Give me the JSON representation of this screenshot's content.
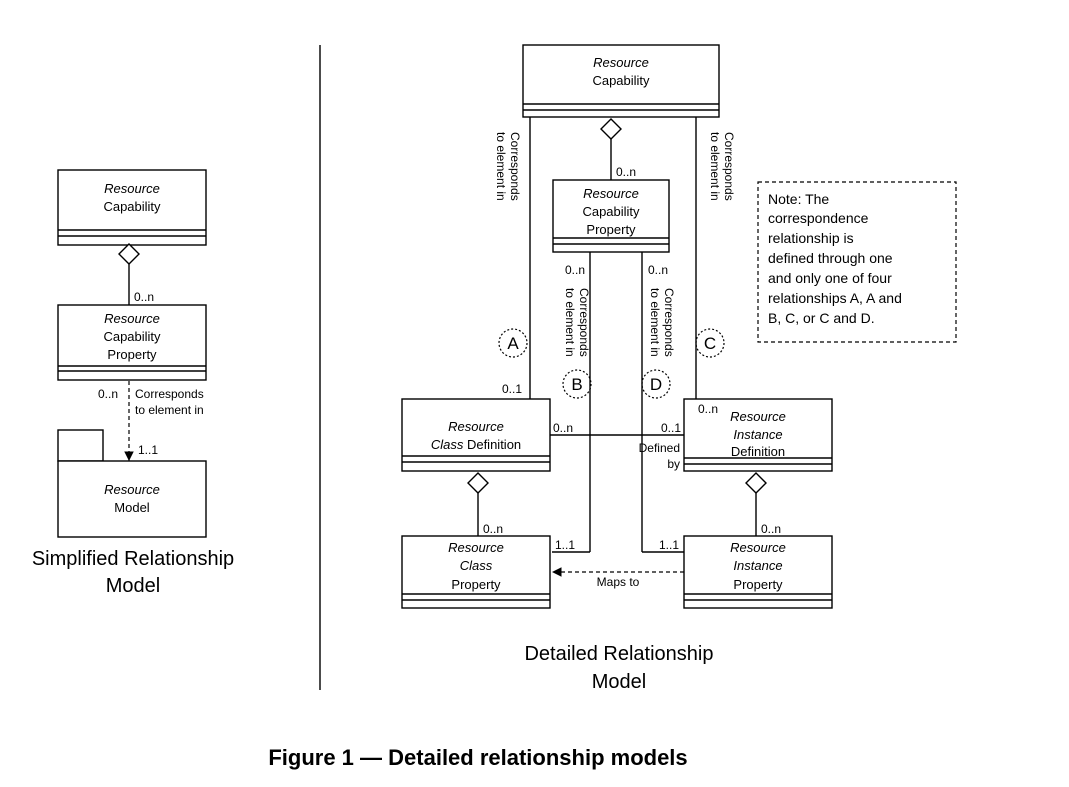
{
  "simplified": {
    "capability": {
      "line1": "Resource",
      "line2": "Capability"
    },
    "property": {
      "line1": "Resource",
      "line2": "Capability",
      "line3": "Property"
    },
    "model": {
      "line1": "Resource",
      "line2": "Model"
    },
    "mult_0n_top": "0..n",
    "mult_0n_bottom": "0..n",
    "mult_11": "1..1",
    "corresponds_1": "Corresponds",
    "corresponds_2": "to element in",
    "title_1": "Simplified Relationship",
    "title_2": "Model"
  },
  "detailed": {
    "capability": {
      "line1": "Resource",
      "line2": "Capability"
    },
    "property": {
      "line1": "Resource",
      "line2": "Capability",
      "line3": "Property"
    },
    "class_def": {
      "line1": "Resource",
      "line2a": "Class",
      "line2b": " Definition"
    },
    "instance_def": {
      "line1": "Resource",
      "line2": "Instance",
      "line3": "Definition"
    },
    "class_prop": {
      "line1": "Resource",
      "line2": "Class",
      "line3": "Property"
    },
    "instance_prop": {
      "line1": "Resource",
      "line2": "Instance",
      "line3": "Property"
    },
    "corr_1": "Corresponds",
    "corr_2": "to element in",
    "corr_b_1": "Corresponds",
    "corr_b_2": "to element in",
    "corr_d_1": "Corresponds",
    "corr_d_2": "to element in",
    "corr_c_1": "Corresponds",
    "corr_c_2": "to element in",
    "labels": {
      "A": "A",
      "B": "B",
      "C": "C",
      "D": "D"
    },
    "mult_prop_top": "0..n",
    "mult_b_top": "0..n",
    "mult_d_top": "0..n",
    "mult_a_bottom": "0..1",
    "mult_classdef_right": "0..n",
    "mult_instdef_left": "0..1",
    "mult_instdef_top": "0..n",
    "mult_classprop": "0..n",
    "mult_instprop": "0..n",
    "mult_b_end": "1..1",
    "mult_d_end": "1..1",
    "defined_1": "Defined",
    "defined_2": "by",
    "maps_to": "Maps to",
    "title_1": "Detailed Relationship",
    "title_2": "Model"
  },
  "note": {
    "line1": "Note: The",
    "line2": "correspondence",
    "line3": "relationship is",
    "line4": "defined through one",
    "line5": "and only one of four",
    "line6": "relationships A, A and",
    "line7": "B, C, or C and D."
  },
  "caption": "Figure 1 — Detailed relationship models"
}
